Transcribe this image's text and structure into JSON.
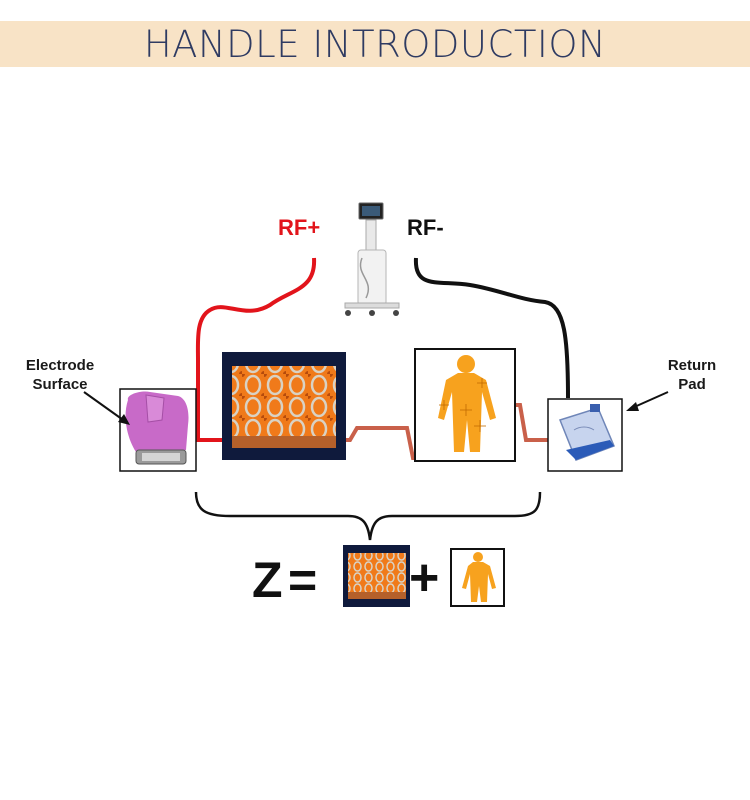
{
  "title": "HANDLE INTRODUCTION",
  "labels": {
    "rf_plus": "RF+",
    "rf_minus": "RF-",
    "electrode_line1": "Electrode",
    "electrode_line2": "Surface",
    "return_line1": "Return",
    "return_line2": "Pad"
  },
  "formula": {
    "lhs": "Z",
    "equals": "=",
    "plus": "+"
  },
  "colors": {
    "title_bar": "#f8e3c6",
    "title_text": "#2f3b62",
    "rf_plus": "#e2141b",
    "rf_minus": "#111111",
    "tissue_orange": "#f07a1a",
    "body_orange": "#f7a21e",
    "electrode_pink": "#c86ac8",
    "circuit_wire": "#c9604a"
  }
}
